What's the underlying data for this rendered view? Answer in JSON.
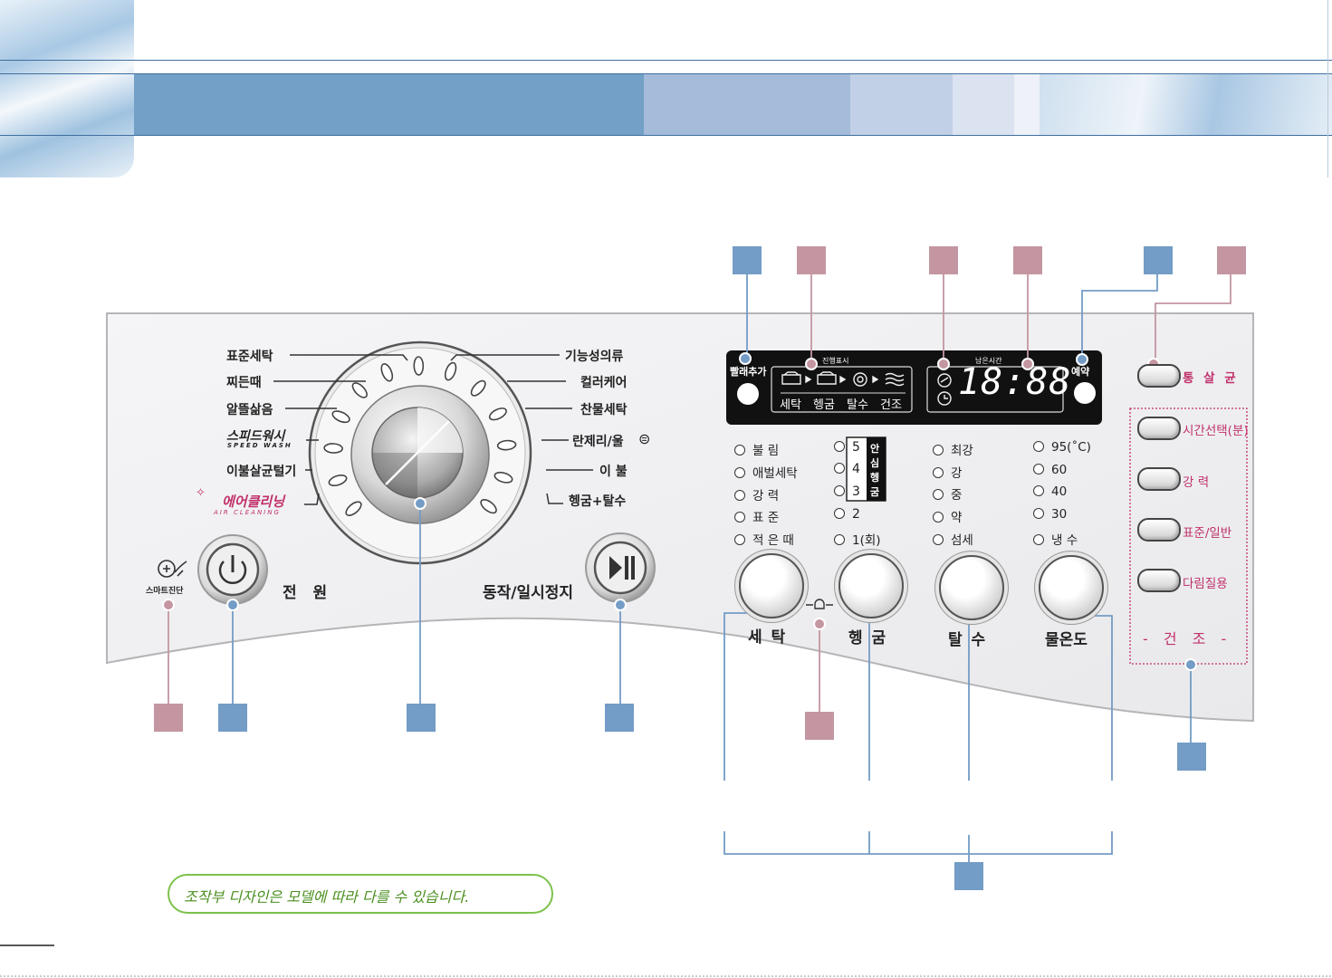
{
  "colors": {
    "blue_marker": "#739cc6",
    "pink_marker": "#c396a1",
    "header_band": "#72a0c6",
    "panel": "#f1f1f3"
  },
  "dial_programs": {
    "left": [
      "표준세탁",
      "찌든때",
      "알뜰삶음",
      "스피드워시",
      "이불살균털기",
      "에어클리닝"
    ],
    "left_sub": {
      "speed_wash": "SPEED WASH",
      "air_cleaning": "AIR CLEANING"
    },
    "right": [
      "기능성의류",
      "컬러케어",
      "찬물세탁",
      "란제리/울",
      "이 불",
      "헹굼+탈수"
    ]
  },
  "smart_diagnosis_label": "스마트진단",
  "power_label": "전 원",
  "start_pause_label": "동작/일시정지",
  "display": {
    "add_laundry_label": "빨래추가",
    "progress_title": "진행표시",
    "stages": [
      "세탁",
      "헹굼",
      "탈수",
      "건조"
    ],
    "remaining_title": "남은시간",
    "time_digits": "18:88",
    "reservation_label": "예약"
  },
  "option_columns": {
    "wash": [
      "불     림",
      "애벌세탁",
      "강     력",
      "표     준",
      "적 은 때"
    ],
    "rinse": [
      "5",
      "4",
      "3",
      "2",
      "1(회)"
    ],
    "rinse_side": [
      "안",
      "심",
      "헹",
      "굼"
    ],
    "spin": [
      "최강",
      "강",
      "중",
      "약",
      "섬세"
    ],
    "temp": [
      "95(˚C)",
      "60",
      "40",
      "30",
      "냉 수"
    ]
  },
  "knob_labels": {
    "wash": "세 탁",
    "rinse": "헹 굼",
    "spin": "탈 수",
    "temp": "물온도"
  },
  "right_buttons": {
    "tub_clean": "통 살 균",
    "drying": [
      "시간선택(분)",
      "강     력",
      "표준/일반",
      "다림질용"
    ],
    "drying_title": "- 건 조 -"
  },
  "note": "조작부 디자인은 모델에 따라 다를 수 있습니다."
}
